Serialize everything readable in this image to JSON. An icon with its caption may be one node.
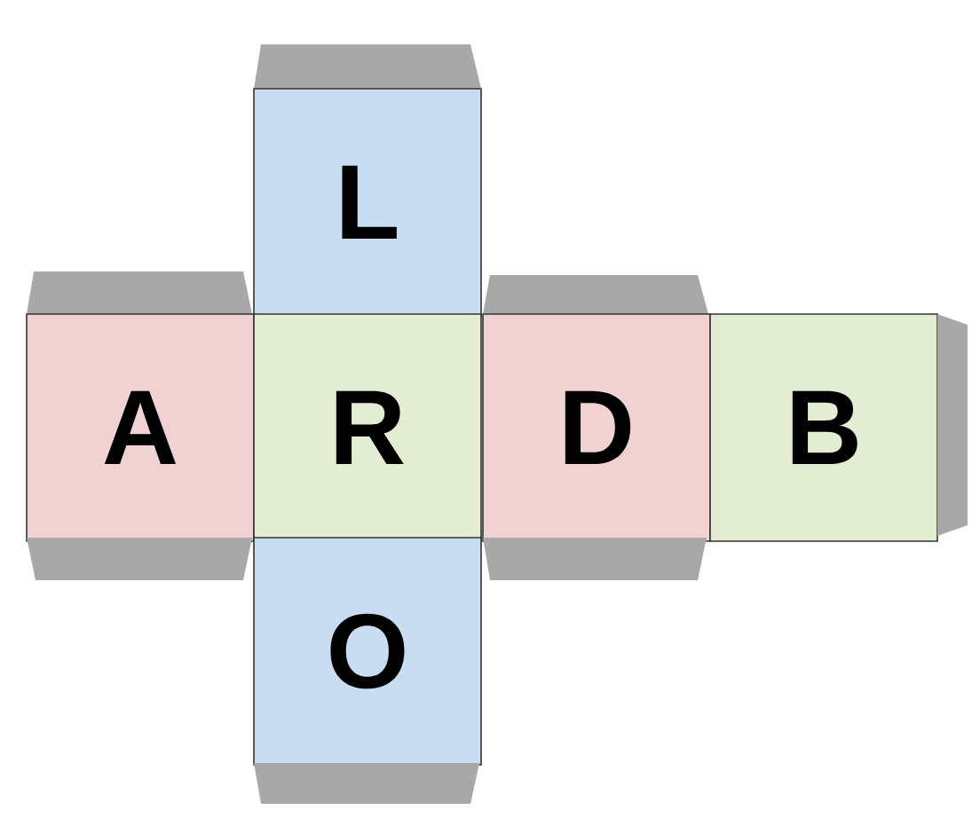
{
  "diagram": {
    "nodes": [
      {
        "text": [],
        "shape": "trapezoid"
      },
      {
        "text": [
          "L"
        ]
      },
      {
        "text": [],
        "shape": "trapezoid"
      },
      {
        "text": [],
        "shape": "trapezoid"
      },
      {
        "text": [
          "A"
        ]
      },
      {
        "text": [
          "R"
        ]
      },
      {
        "text": [
          "D"
        ]
      },
      {
        "text": [
          "B"
        ]
      },
      {
        "text": [],
        "shape": "trapezoid"
      },
      {
        "text": [],
        "shape": "trapezoid"
      },
      {
        "text": [],
        "shape": "trapezoid"
      },
      {
        "text": [
          "O"
        ]
      },
      {
        "text": [],
        "shape": "trapezoid"
      }
    ]
  }
}
